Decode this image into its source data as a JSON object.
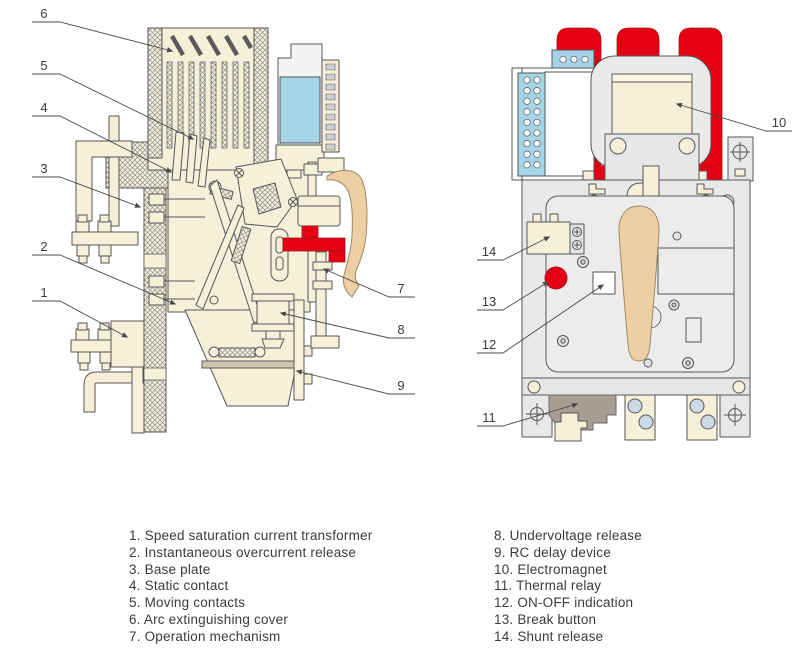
{
  "diagram": {
    "description": "Circuit breaker internal structure, side cross-section (left) and front view (right)",
    "callouts": [
      "1",
      "2",
      "3",
      "4",
      "5",
      "6",
      "7",
      "8",
      "9",
      "10",
      "11",
      "12",
      "13",
      "14"
    ]
  },
  "legend": {
    "left": [
      "1. Speed saturation current transformer",
      "2. Instantaneous overcurrent release",
      "3. Base plate",
      "4. Static contact",
      "5. Moving contacts",
      "6. Arc extinguishing cover",
      "7. Operation mechanism"
    ],
    "right": [
      "8. Undervoltage release",
      "9. RC delay device",
      "10. Electromagnet",
      "11. Thermal relay",
      "12. ON-OFF indication",
      "13. Break button",
      "14. Shunt release"
    ]
  },
  "colors": {
    "background": "#ffffff",
    "outline": "#55565a",
    "cream": "#f6f0d9",
    "red": "#e60014",
    "tan_handle": "#eecfa3",
    "light_blue": "#a5d4e8",
    "body_gray": "#e9e9e9",
    "dark_taupe": "#a79d93",
    "pale_blue_circle": "#ccd9e6",
    "text": "#3e3a39"
  }
}
